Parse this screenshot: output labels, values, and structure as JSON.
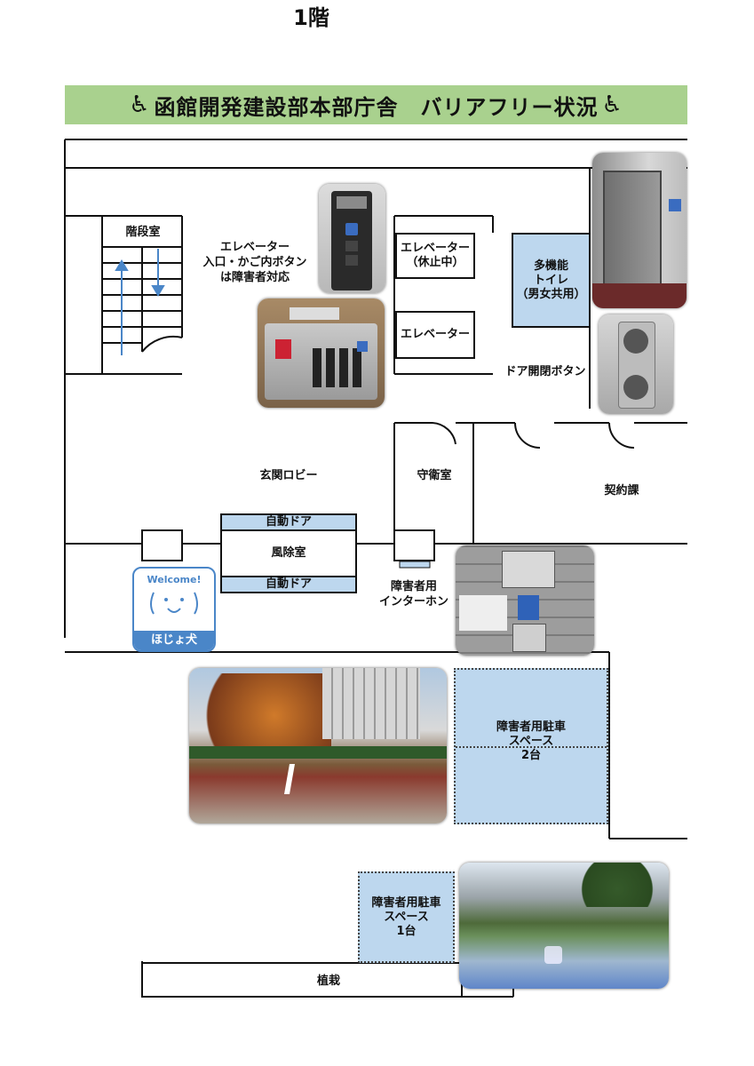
{
  "title": "函館開発建設部本部庁舎　バリアフリー状況",
  "wheelchair_icon": "wheelchair-symbol",
  "floor_label": "1階",
  "rooms": {
    "stairs": "階段室",
    "elevator_idle": "エレベーター\n（休止中）",
    "elevator": "エレベーター",
    "toilet": "多機能\nトイレ\n（男女共用）",
    "lobby": "玄関ロビー",
    "guard": "守衛室",
    "contracts": "契約課",
    "vestibule": "風除室",
    "auto_door_top": "自動ドア",
    "auto_door_bottom": "自動ドア",
    "planting": "植栽"
  },
  "notes": {
    "elevator_buttons": "エレベーター\n入口・かご内ボタン\nは障害者対応",
    "door_button": "ドア開閉ボタン",
    "intercom": "障害者用\nインターホン"
  },
  "parking": {
    "two": "障害者用駐車\nスペース\n2台",
    "one": "障害者用駐車\nスペース\n1台"
  },
  "hojo_badge": {
    "welcome": "Welcome!",
    "label": "ほじょ犬"
  },
  "colors": {
    "title_bg": "#a9d18e",
    "room_blue": "#bdd7ee",
    "badge_blue": "#4a86c8"
  }
}
